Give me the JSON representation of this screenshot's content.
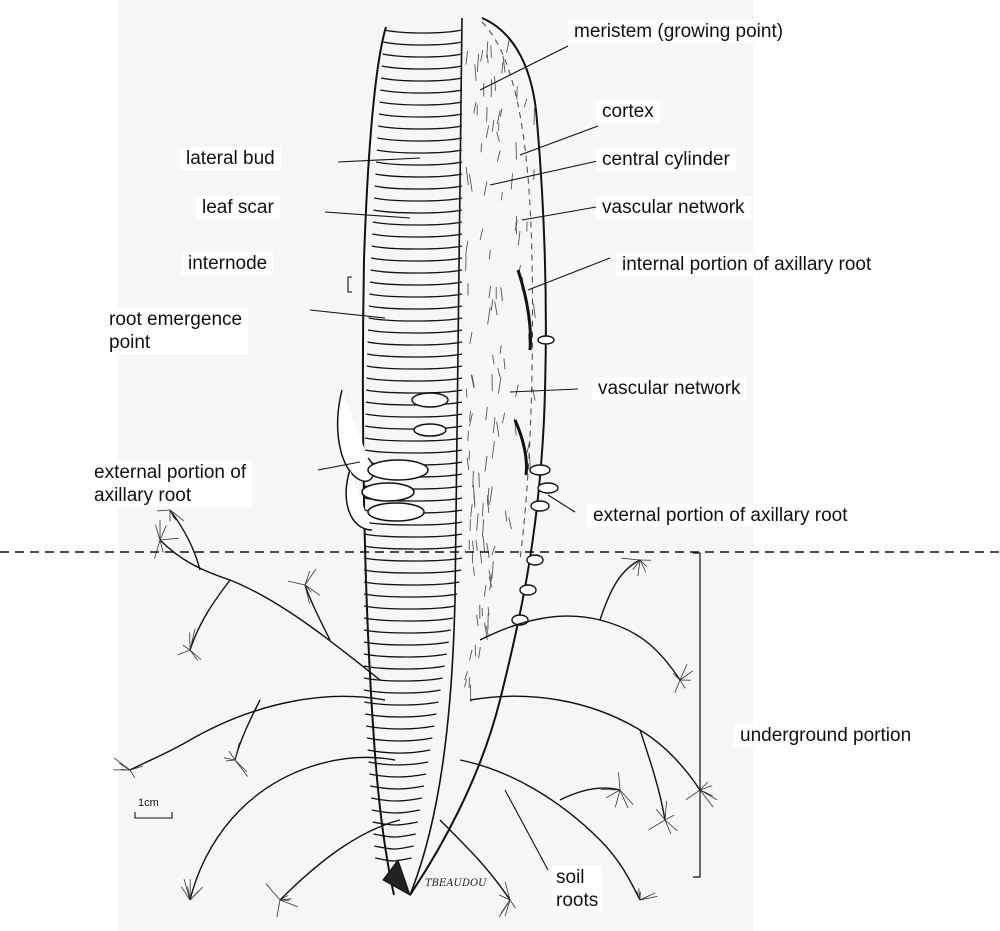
{
  "labels": {
    "meristem": "meristem (growing point)",
    "cortex": "cortex",
    "central_cylinder": "central cylinder",
    "vascular_network_upper": "vascular network",
    "internal_axillary_root": "internal portion of axillary root",
    "lateral_bud": "lateral bud",
    "leaf_scar": "leaf scar",
    "internode": "internode",
    "root_emergence": "root emergence\npoint",
    "vascular_network_lower": "vascular network",
    "external_axillary_root_left": "external portion of\naxillary root",
    "external_axillary_root_right": "external portion of axillary root",
    "underground_portion": "underground portion",
    "soil_roots": "soil\nroots"
  },
  "scale_bar": "1cm",
  "signature": "TBEAUDOU",
  "colors": {
    "ink": "#111111",
    "paper": "#f6f6f6",
    "background": "#ffffff"
  }
}
